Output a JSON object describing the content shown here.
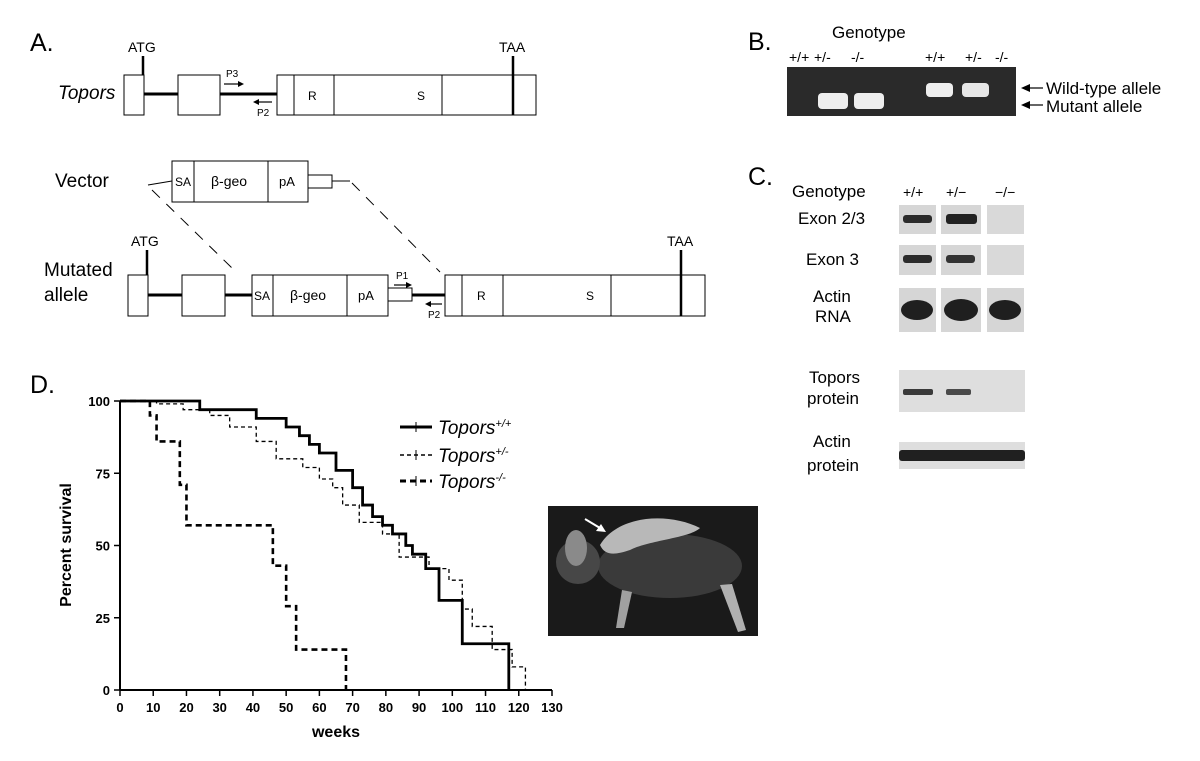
{
  "panel_a": {
    "letter": "A.",
    "gene_label": "Topors",
    "atg": "ATG",
    "taa": "TAA",
    "primer_p1": "P1",
    "primer_p2": "P2",
    "primer_p3": "P3",
    "domain_r": "R",
    "domain_s": "S",
    "vector_label": "Vector",
    "sa": "SA",
    "bgeo": "β-geo",
    "pa": "pA",
    "mutated_line1": "Mutated",
    "mutated_line2": "allele"
  },
  "panel_b": {
    "letter": "B.",
    "title": "Genotype",
    "lanes": [
      "+/+",
      "+/-",
      "-/-",
      "+/+",
      "+/-",
      "-/-"
    ],
    "wildtype_label": "Wild-type allele",
    "mutant_label": "Mutant allele"
  },
  "panel_c": {
    "letter": "C.",
    "genotype_label": "Genotype",
    "lanes": [
      "+/+",
      "+/−",
      "−/−"
    ],
    "rows": {
      "exon23": "Exon 2/3",
      "exon3": "Exon 3",
      "actin_rna_1": "Actin",
      "actin_rna_2": "RNA",
      "topors_1": "Topors",
      "topors_2": "protein",
      "actin_prot_1": "Actin",
      "actin_prot_2": "protein"
    }
  },
  "panel_d": {
    "letter": "D.",
    "legend_gene": "Topors",
    "legend_sup": [
      "+/+",
      "+/-",
      "-/-"
    ]
  },
  "chart_data": {
    "type": "line",
    "xlabel": "weeks",
    "ylabel": "Percent survival",
    "xlim": [
      0,
      130
    ],
    "ylim": [
      0,
      100
    ],
    "xticks": [
      0,
      10,
      20,
      30,
      40,
      50,
      60,
      70,
      80,
      90,
      100,
      110,
      120,
      130
    ],
    "yticks": [
      0,
      25,
      50,
      75,
      100
    ],
    "grid": false,
    "legend_position": "top-right",
    "series": [
      {
        "name": "Topors+/+",
        "style": "solid",
        "x": [
          0,
          24,
          24,
          41,
          41,
          50,
          50,
          54,
          54,
          57,
          57,
          60,
          60,
          65,
          65,
          70,
          70,
          73,
          73,
          76,
          76,
          79,
          79,
          82,
          82,
          86,
          86,
          88,
          88,
          92,
          92,
          96,
          96,
          103,
          103,
          117,
          117
        ],
        "y": [
          100,
          100,
          97,
          97,
          94,
          94,
          91,
          91,
          88,
          88,
          85,
          85,
          82,
          82,
          76,
          76,
          70,
          70,
          64,
          64,
          60,
          60,
          57,
          57,
          54,
          54,
          50,
          50,
          47,
          47,
          42,
          42,
          31,
          31,
          16,
          16,
          0
        ]
      },
      {
        "name": "Topors+/-",
        "style": "dashed",
        "x": [
          0,
          11,
          11,
          19,
          19,
          27,
          27,
          33,
          33,
          41,
          41,
          47,
          47,
          55,
          55,
          60,
          60,
          64,
          64,
          67,
          67,
          72,
          72,
          79,
          79,
          84,
          84,
          93,
          93,
          99,
          99,
          103,
          103,
          106,
          106,
          112,
          112,
          118,
          118,
          122,
          122
        ],
        "y": [
          100,
          100,
          99,
          99,
          97,
          97,
          95,
          95,
          91,
          91,
          86,
          86,
          80,
          80,
          77,
          77,
          73,
          73,
          70,
          70,
          64,
          64,
          58,
          58,
          54,
          54,
          46,
          46,
          42,
          42,
          38,
          38,
          28,
          28,
          22,
          22,
          14,
          14,
          8,
          8,
          0
        ]
      },
      {
        "name": "Topors-/-",
        "style": "dashed-bold",
        "x": [
          0,
          9,
          9,
          11,
          11,
          18,
          18,
          20,
          20,
          46,
          46,
          50,
          50,
          53,
          53,
          56,
          56,
          68,
          68
        ],
        "y": [
          100,
          100,
          95,
          95,
          86,
          86,
          71,
          71,
          57,
          57,
          43,
          43,
          29,
          29,
          14,
          14,
          14,
          14,
          0
        ]
      }
    ]
  }
}
